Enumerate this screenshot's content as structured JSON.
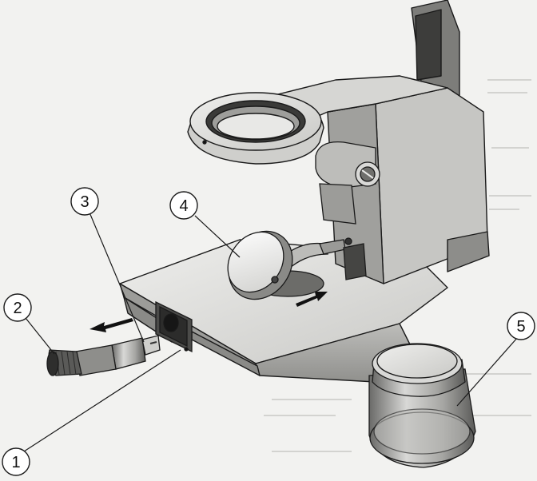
{
  "diagram": {
    "callouts": [
      {
        "id": "1",
        "label": "1"
      },
      {
        "id": "2",
        "label": "2"
      },
      {
        "id": "3",
        "label": "3"
      },
      {
        "id": "4",
        "label": "4"
      },
      {
        "id": "5",
        "label": "5"
      }
    ],
    "colors": {
      "ink": "#1a1a1a",
      "metal_light": "#dcdcda",
      "metal_mid": "#a9a9a6",
      "metal_dark": "#5e5e5c",
      "background": "#f2f2f0"
    }
  }
}
